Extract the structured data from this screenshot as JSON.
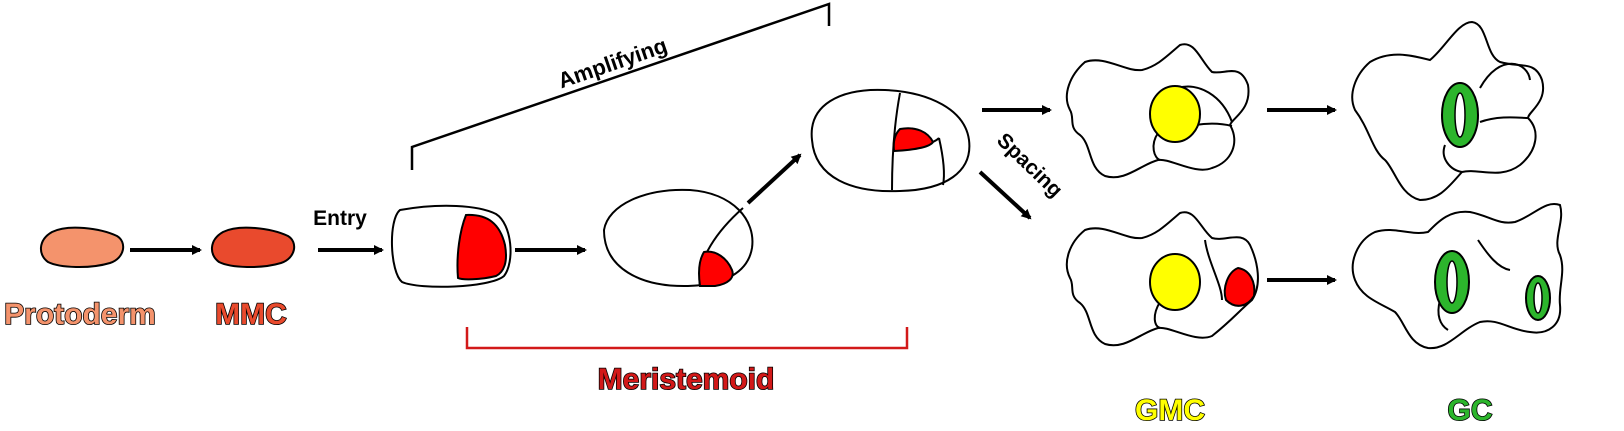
{
  "labels": {
    "protoderm": "Protoderm",
    "mmc": "MMC",
    "entry": "Entry",
    "amplifying": "Amplifying",
    "spacing": "Spacing",
    "meristemoid": "Meristemoid",
    "gmc": "GMC",
    "gc": "GC"
  },
  "colors": {
    "protoderm": "#f4936c",
    "mmc": "#e94a2d",
    "meristemoid": "#ff0000",
    "meristemoid_label": "#d21919",
    "gmc": "#ffff00",
    "gc": "#2cb52c",
    "outline": "#000000"
  }
}
